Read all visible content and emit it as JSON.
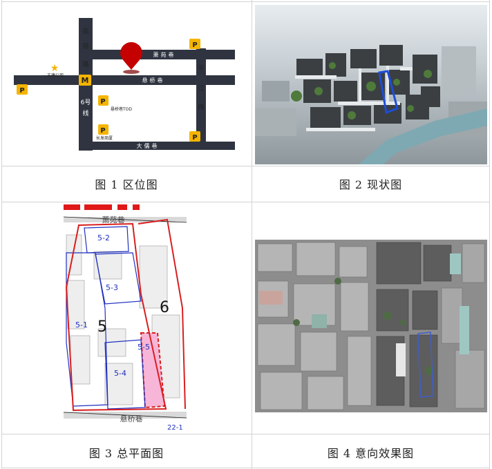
{
  "table": {
    "cells": [
      {
        "caption": "图 1  区位图",
        "map": {
          "roads": {
            "v1": "临顿路",
            "v2_a": "6号",
            "v2_b": "线",
            "h_top": "萧苑巷",
            "h_mid": "悬桥巷",
            "h_bottom": "大儒巷",
            "v_right": "平江路"
          },
          "pois": {
            "company": "古建公司",
            "metro": "M",
            "tod": "悬桥巷TOD",
            "market": "长发商厦"
          },
          "parking_label": "P",
          "colors": {
            "road": "#2f3440",
            "pin": "#c40000",
            "parking": "#f5b400"
          }
        }
      },
      {
        "caption": "图 2  现状图"
      },
      {
        "caption": "图 3  总平面图",
        "plan": {
          "street_top": "萧苑巷",
          "street_bottom": "悬桥巷",
          "block_5": "5",
          "block_6": "6",
          "lots": [
            "5-1",
            "5-2",
            "5-3",
            "5-4",
            "5-5"
          ],
          "edge_label": "22-1",
          "colors": {
            "boundary": "#d81e1e",
            "lot": "#1f2fbf",
            "highlight": "#f7b6d8"
          }
        }
      },
      {
        "caption": "图 4  意向效果图"
      }
    ]
  }
}
